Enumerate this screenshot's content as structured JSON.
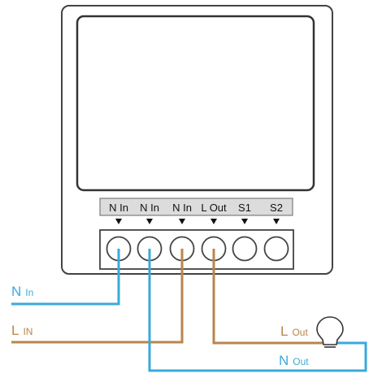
{
  "terminals": [
    {
      "label": "N In"
    },
    {
      "label": "N In"
    },
    {
      "label": "N In"
    },
    {
      "label": "L Out"
    },
    {
      "label": "S1"
    },
    {
      "label": "S2"
    }
  ],
  "wires": {
    "n_in": {
      "letter": "N",
      "sub": "In",
      "color": "#3aa9dc"
    },
    "l_in": {
      "letter": "L",
      "sub": "IN",
      "color": "#b8864b"
    },
    "l_out": {
      "letter": "L",
      "sub": "Out",
      "color": "#b8864b"
    },
    "n_out": {
      "letter": "N",
      "sub": "Out",
      "color": "#3aa9dc"
    }
  },
  "colors": {
    "device_outline": "#444444",
    "label_strip": "#dcdcdc",
    "neutral_wire": "#3aa9dc",
    "live_wire": "#b8864b"
  },
  "icons": {
    "terminal_arrow": "arrow-down-icon",
    "lamp": "lightbulb-icon"
  }
}
